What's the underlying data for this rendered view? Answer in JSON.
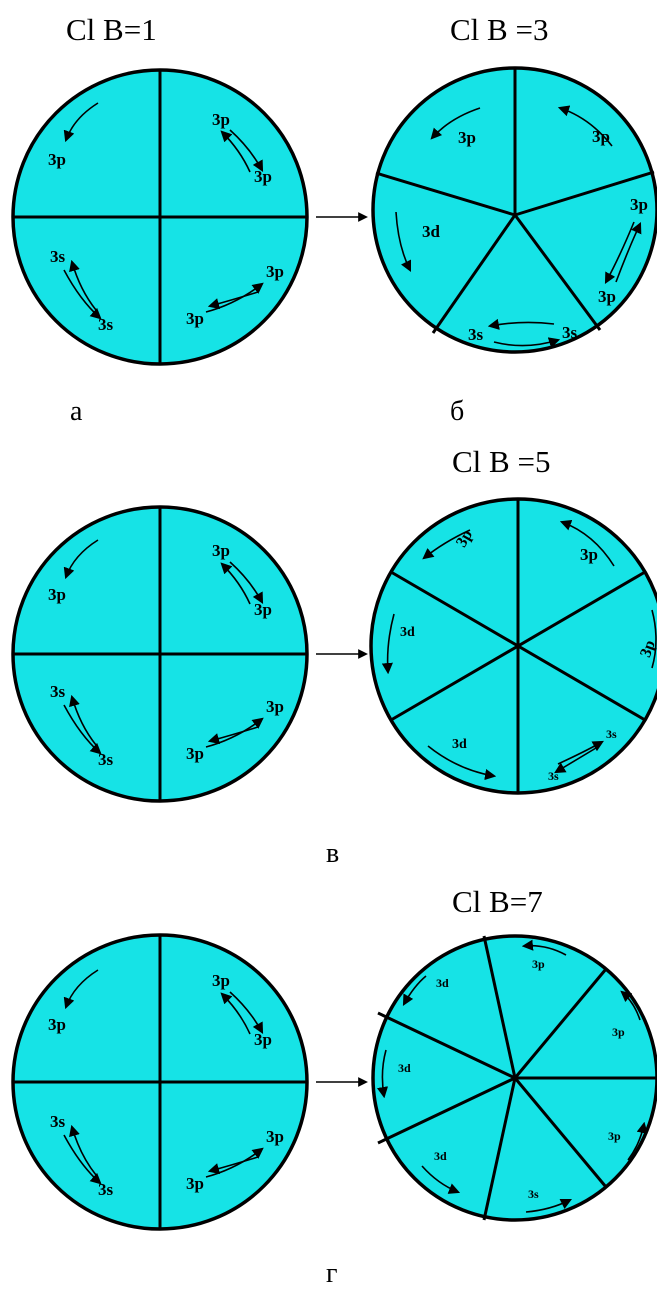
{
  "figure": {
    "panel_b_title": "Cl   B =3",
    "panel_a_title": "Cl   B=1",
    "panel_v_title": "Cl   B =5",
    "panel_g_title": "Cl   B=7",
    "label_a": "а",
    "label_b": "б",
    "label_v": "в",
    "label_g": "г"
  },
  "four_sector": {
    "sectors": [
      {
        "labels": [
          "3p"
        ]
      },
      {
        "labels": [
          "3p",
          "3p"
        ]
      },
      {
        "labels": [
          "3s",
          "3s"
        ]
      },
      {
        "labels": [
          "3p",
          "3p"
        ]
      }
    ]
  },
  "b3": {
    "sectors": [
      {
        "labels": [
          "3p"
        ]
      },
      {
        "labels": [
          "3p"
        ]
      },
      {
        "labels": [
          "3p",
          "3p"
        ]
      },
      {
        "labels": [
          "3s",
          "3s"
        ]
      },
      {
        "labels": [
          "3d"
        ]
      }
    ]
  },
  "b5": {
    "sectors": [
      {
        "labels": [
          "3p"
        ]
      },
      {
        "labels": [
          "3p"
        ]
      },
      {
        "labels": [
          "3p"
        ]
      },
      {
        "labels": [
          "3s",
          "3s"
        ]
      },
      {
        "labels": [
          "3d"
        ]
      },
      {
        "labels": [
          "3d"
        ]
      }
    ]
  },
  "b7": {
    "sectors": [
      {
        "labels": [
          "3p"
        ]
      },
      {
        "labels": [
          "3p"
        ]
      },
      {
        "labels": [
          "3p"
        ]
      },
      {
        "labels": [
          "3s"
        ]
      },
      {
        "labels": [
          "3d"
        ]
      },
      {
        "labels": [
          "3d"
        ]
      },
      {
        "labels": [
          "3d"
        ]
      }
    ]
  },
  "colors": {
    "sector_fill": "#16e3e6",
    "outline": "#000000"
  }
}
